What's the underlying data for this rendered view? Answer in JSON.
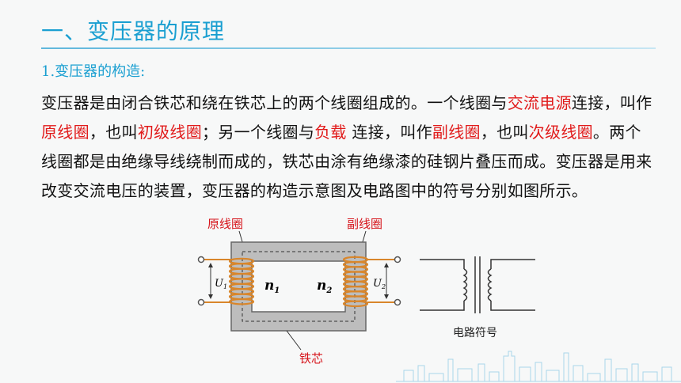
{
  "slide": {
    "title": "一、变压器的原理",
    "subheading": "1.变压器的构造:",
    "paragraph": [
      {
        "text": "变压器是由闭合铁芯和绕在铁芯上的两个线圈组成的。一个线圈与",
        "hl": false
      },
      {
        "text": "交流电源",
        "hl": true
      },
      {
        "text": "连接，叫作",
        "hl": false
      },
      {
        "text": "原线圈",
        "hl": true
      },
      {
        "text": "，也叫",
        "hl": false
      },
      {
        "text": "初级线圈",
        "hl": true
      },
      {
        "text": "；另一个线圈与",
        "hl": false
      },
      {
        "text": "负载",
        "hl": true
      },
      {
        "text": " 连接，叫作",
        "hl": false
      },
      {
        "text": "副线圈",
        "hl": true
      },
      {
        "text": "，也叫",
        "hl": false
      },
      {
        "text": "次级线圈",
        "hl": true
      },
      {
        "text": "。两个线圈都是由绝缘导线绕制而成的，铁芯由涂有绝缘漆的硅钢片叠压而成。变压器是用来改变交流电压的装置，变压器的构造示意图及电路图中的符号分别如图所示。",
        "hl": false
      }
    ]
  },
  "diagram": {
    "primary_label": "原线圈",
    "secondary_label": "副线圈",
    "core_label": "铁芯",
    "n1": "n",
    "n1_sub": "1",
    "n2": "n",
    "n2_sub": "2",
    "u1": "U",
    "u1_sub": "1",
    "u2": "U",
    "u2_sub": "2"
  },
  "symbol": {
    "label": "电路符号"
  },
  "colors": {
    "title_blue": "#1a9fd1",
    "highlight_red": "#e11b1b",
    "coil_orange": "#d9862b",
    "core_gray": "#b8b8b8"
  }
}
